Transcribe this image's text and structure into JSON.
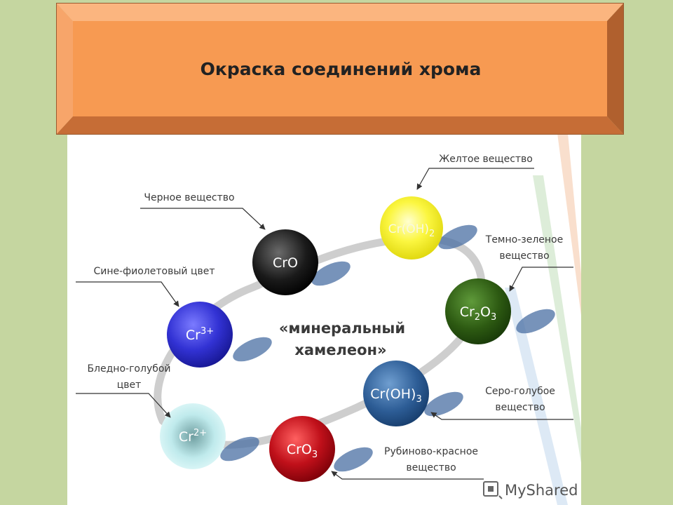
{
  "title": "Окраска соединений хрома",
  "center": {
    "line1": "«минеральный",
    "line2": "хамелеон»"
  },
  "compounds": [
    {
      "id": "cro",
      "parts": [
        [
          "Cr",
          "0"
        ],
        [
          "O",
          "0"
        ]
      ],
      "label_lines": [
        "Черное вещество"
      ],
      "color": "#111111"
    },
    {
      "id": "croh2",
      "parts": [
        [
          "Cr(OH)",
          "0"
        ],
        [
          "2",
          "1"
        ]
      ],
      "label_lines": [
        "Желтое вещество"
      ],
      "color": "#f2ee1a"
    },
    {
      "id": "cr2o3",
      "parts": [
        [
          "Cr",
          "0"
        ],
        [
          "2",
          "1"
        ],
        [
          "O",
          "0"
        ],
        [
          "3",
          "1"
        ]
      ],
      "label_lines": [
        "Темно-зеленое",
        "вещество"
      ],
      "color": "#2f5e16"
    },
    {
      "id": "croh3",
      "parts": [
        [
          "Cr(OH)",
          "0"
        ],
        [
          "3",
          "1"
        ]
      ],
      "label_lines": [
        "Серо-голубое",
        "вещество"
      ],
      "color": "#2d5d96"
    },
    {
      "id": "cro3",
      "parts": [
        [
          "CrO",
          "0"
        ],
        [
          "3",
          "1"
        ]
      ],
      "label_lines": [
        "Рубиново-красное",
        "вещество"
      ],
      "color": "#c0101a"
    },
    {
      "id": "cr2",
      "parts": [
        [
          "Cr",
          "0"
        ],
        [
          "2+",
          "2"
        ]
      ],
      "label_lines": [
        "Бледно-голубой",
        "цвет"
      ],
      "color": "#c5f0f2"
    },
    {
      "id": "cr3",
      "parts": [
        [
          "Cr",
          "0"
        ],
        [
          "3+",
          "2"
        ]
      ],
      "label_lines": [
        "Сине-фиолетовый цвет"
      ],
      "color": "#3232d4"
    }
  ],
  "watermark": "MyShared"
}
